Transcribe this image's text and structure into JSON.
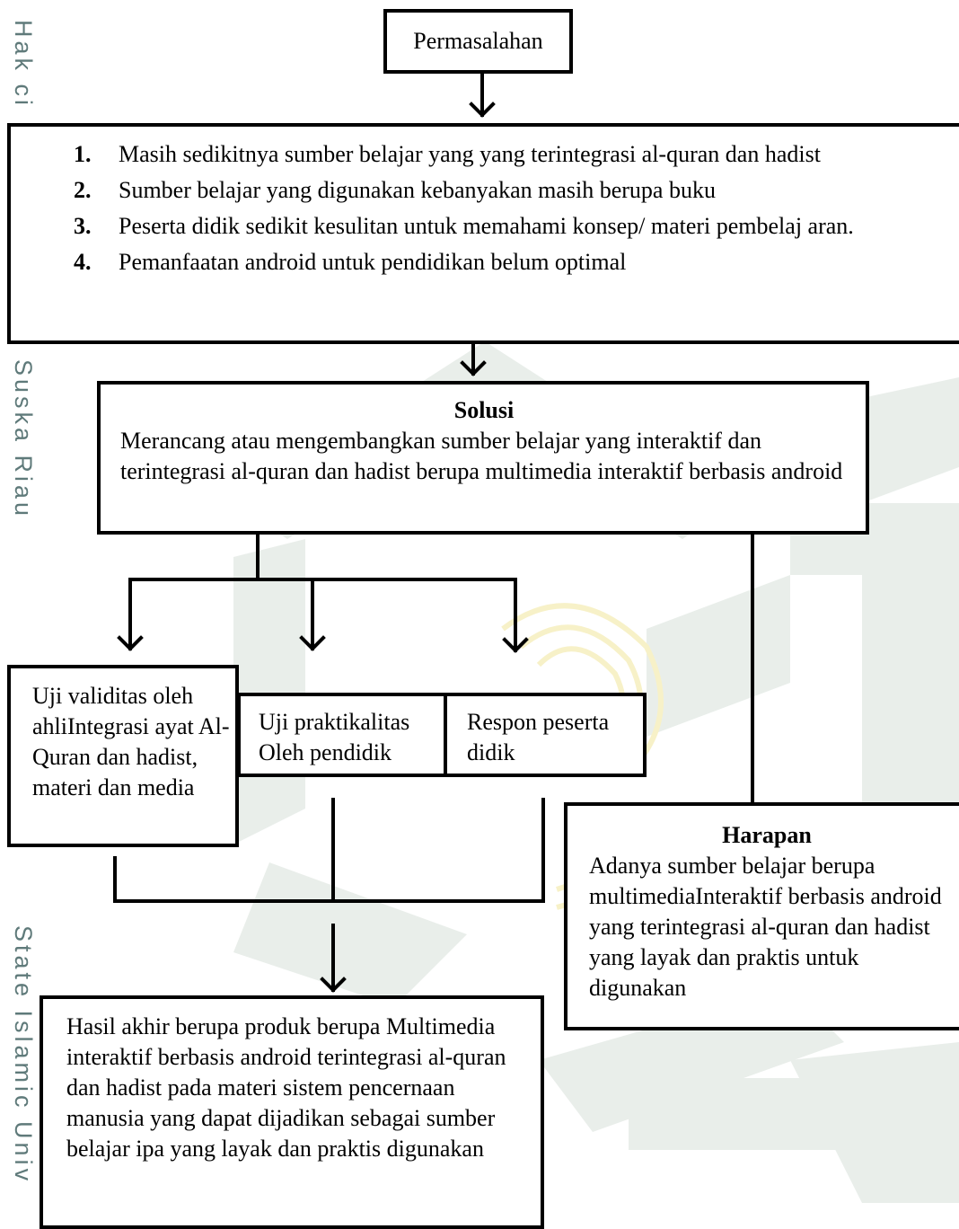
{
  "watermark_text": {
    "top": "Hak ci",
    "middle": "Suska Riau",
    "bottom": "State Islamic Univ"
  },
  "permasalahan": {
    "title": "Permasalahan"
  },
  "problems": [
    {
      "num": "1.",
      "text": "Masih sedikitnya sumber belajar yang yang terintegrasi al-quran dan hadist"
    },
    {
      "num": "2.",
      "text": "Sumber belajar yang digunakan kebanyakan masih berupa buku"
    },
    {
      "num": "3.",
      "text": "Peserta didik sedikit kesulitan untuk memahami konsep/ materi pembelaj aran."
    },
    {
      "num": "4.",
      "text": "Pemanfaatan android untuk pendidikan belum optimal"
    }
  ],
  "solusi": {
    "title": "Solusi",
    "text": "Merancang atau mengembangkan sumber belajar yang interaktif dan terintegrasi al-quran dan hadist berupa multimedia interaktif berbasis  android"
  },
  "uji_validitas": {
    "text": "Uji validitas oleh ahliIntegrasi ayat  Al-Quran dan hadist, materi dan  media"
  },
  "uji_praktikalitas": {
    "text": "Uji praktikalitas Oleh pendidik"
  },
  "respon": {
    "text": "Respon peserta didik"
  },
  "harapan": {
    "title": "Harapan",
    "text": "Adanya sumber belajar berupa multimediaInteraktif berbasis android yang terintegrasi al-quran dan hadist yang layak dan praktis untuk digunakan"
  },
  "hasil": {
    "text": "Hasil akhir berupa produk berupa Multimedia interaktif  berbasis android terintegrasi al-quran dan hadist pada materi sistem pencernaan manusia yang dapat dijadikan sebagai sumber belajar ipa yang layak dan praktis digunakan"
  },
  "colors": {
    "watermark_green": "#e9eeea",
    "watermark_gold": "#f7f1c8",
    "side_text": "#5f7a7a",
    "stroke": "#000000"
  }
}
